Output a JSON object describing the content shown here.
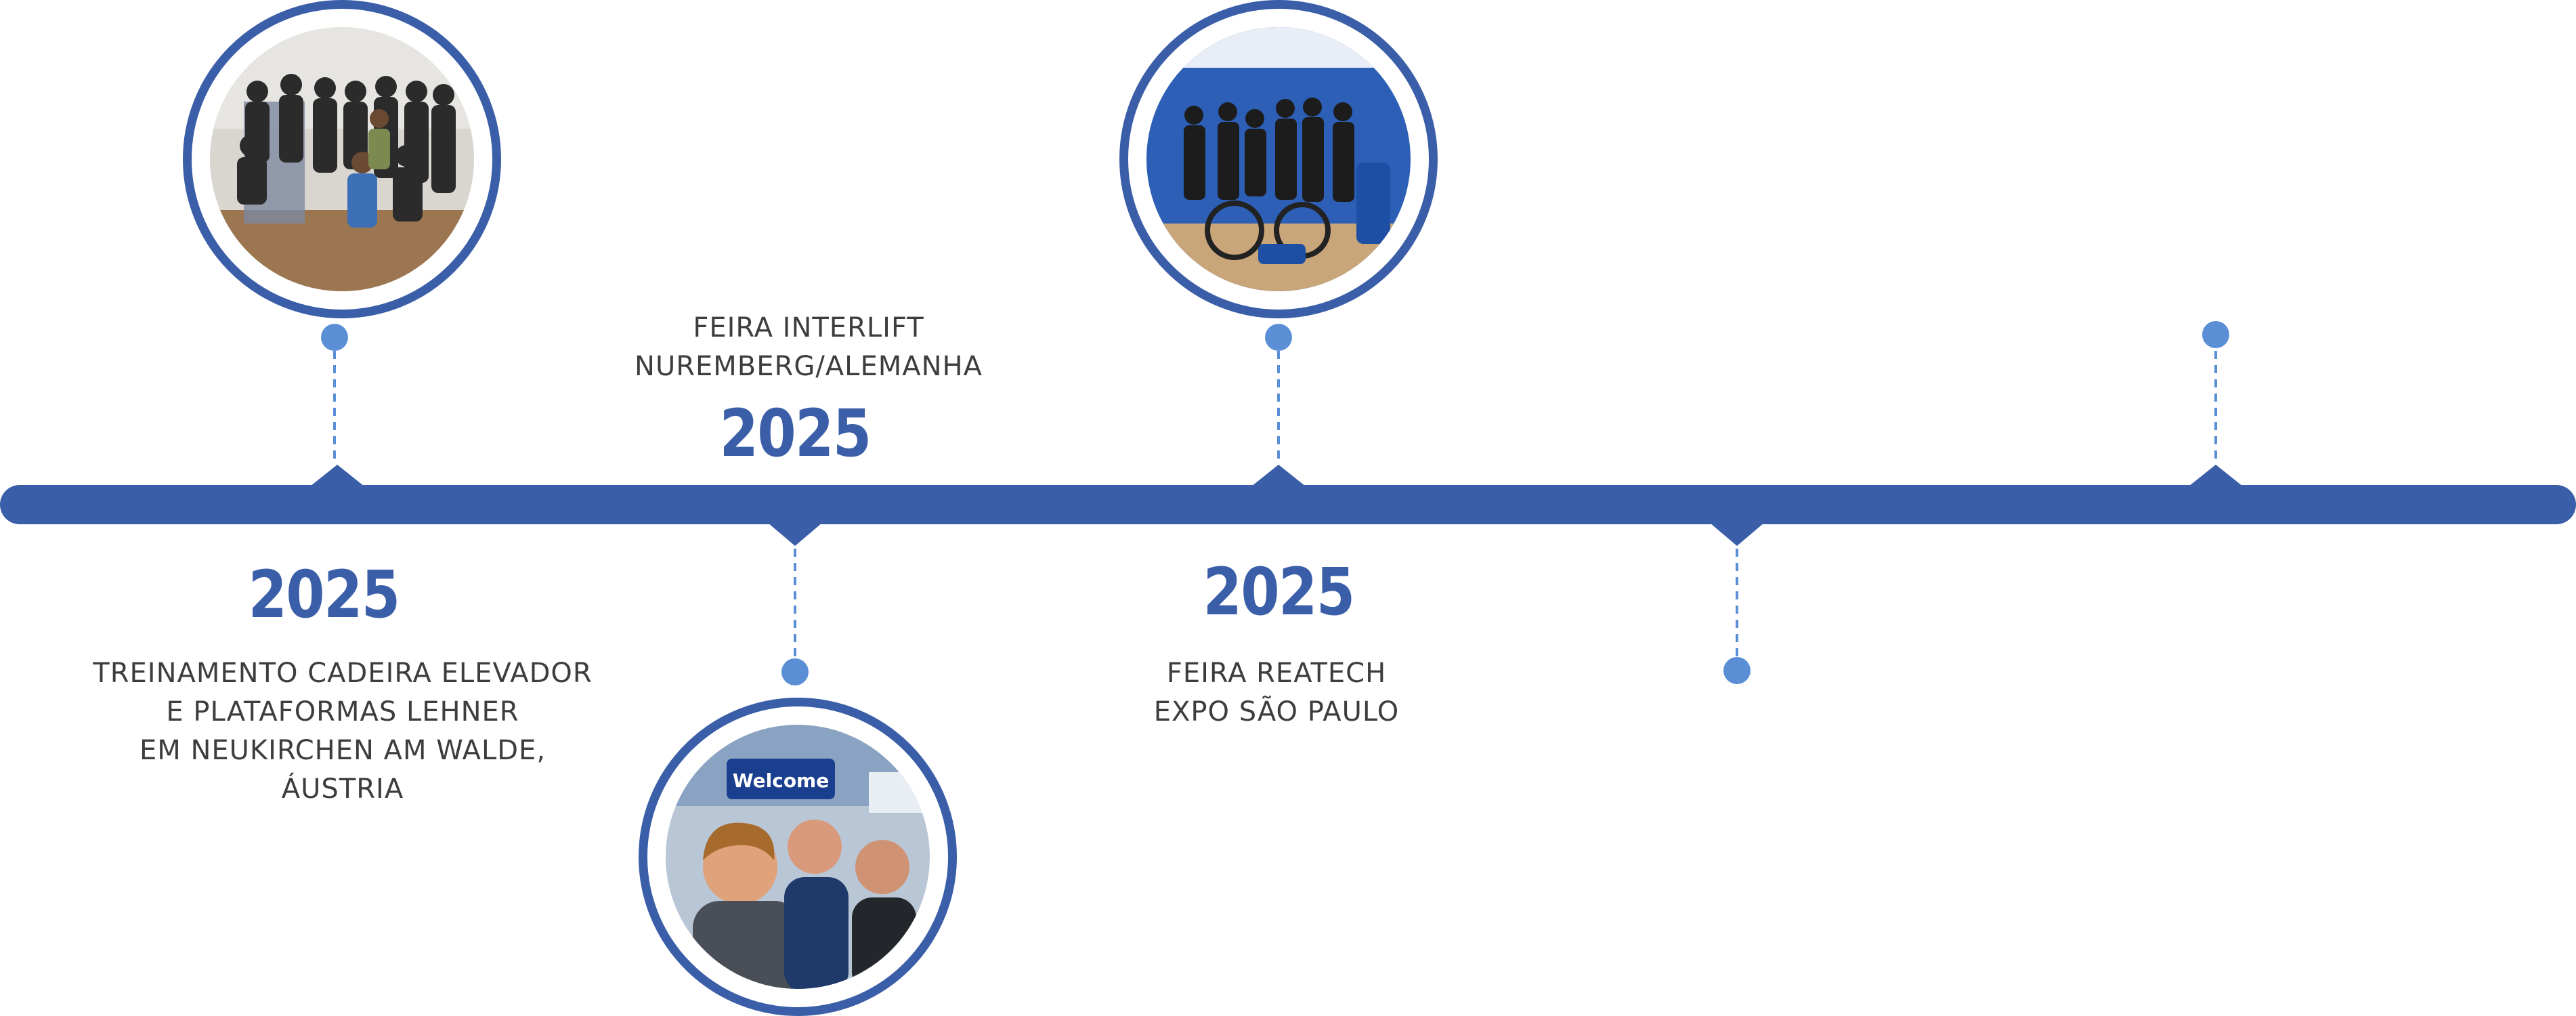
{
  "colors": {
    "accent": "#3a5ea8",
    "dot": "#5a8fd6",
    "text": "#3d3d3d"
  },
  "events": [
    {
      "year": "2025",
      "lines": [
        "TREINAMENTO CADEIRA ELEVADOR",
        "E PLATAFORMAS LEHNER",
        "EM NEUKIRCHEN AM WALDE,",
        "ÁUSTRIA"
      ],
      "photo": "team-training-photo"
    },
    {
      "year": "2025",
      "lines": [
        "FEIRA INTERLIFT",
        "NUREMBERG/ALEMANHA"
      ],
      "photo": "interlift-selfie-photo",
      "sign_text": "Welcome"
    },
    {
      "year": "2025",
      "lines": [
        "FEIRA REATECH",
        "EXPO SÃO PAULO"
      ],
      "photo": "reatech-booth-photo"
    }
  ]
}
